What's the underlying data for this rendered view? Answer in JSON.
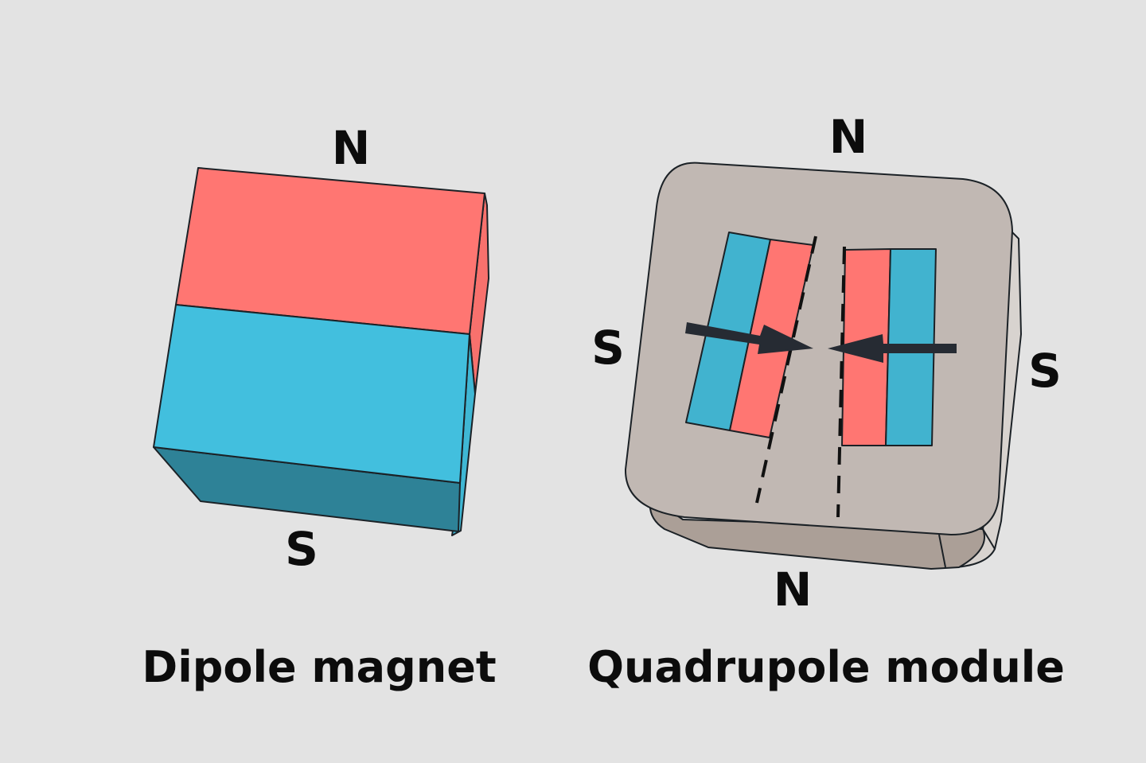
{
  "colors": {
    "background": "#e3e3e3",
    "north_red": "#ff7672",
    "south_blue": "#42bfde",
    "south_blue_dark": "#2e8297",
    "module_top": "#c1b8b3",
    "module_side": "#ab9f97",
    "module_side_light": "#d8d3cf",
    "insert_blue": "#41b3cf",
    "arrow": "#262b33",
    "outline": "#1b2126",
    "text": "#0c0c0c"
  },
  "dipole": {
    "caption": "Dipole magnet",
    "top_label": "N",
    "bottom_label": "S"
  },
  "quadrupole": {
    "caption": "Quadrupole module",
    "top_label": "N",
    "bottom_label": "N",
    "left_label": "S",
    "right_label": "S"
  }
}
